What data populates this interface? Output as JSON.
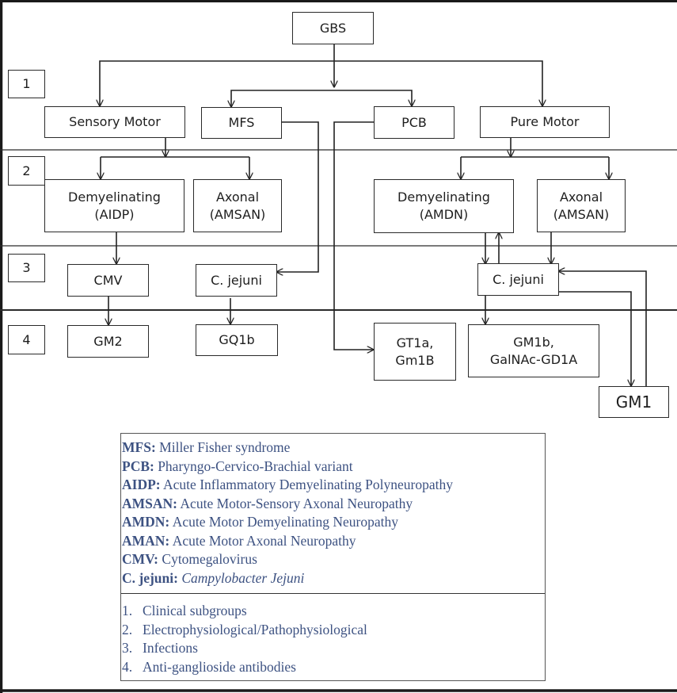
{
  "diagram": {
    "root": "GBS",
    "level_markers": [
      "1",
      "2",
      "3",
      "4"
    ],
    "level1": {
      "sensory_motor": "Sensory Motor",
      "mfs": "MFS",
      "pcb": "PCB",
      "pure_motor": "Pure Motor"
    },
    "level2": {
      "demyelinating_aidp": "Demyelinating\n(AIDP)",
      "axonal_amsan_left": "Axonal\n(AMSAN)",
      "demyelinating_amdn": "Demyelinating\n(AMDN)",
      "axonal_amsan_right": "Axonal\n(AMSAN)"
    },
    "level3": {
      "cmv": "CMV",
      "c_jejuni_left": "C. jejuni",
      "c_jejuni_right": "C. jejuni"
    },
    "level4": {
      "gm2": "GM2",
      "gq1b": "GQ1b",
      "gt1a_gm1b": "GT1a,\nGm1B",
      "gm1b_galnac": "GM1b,\nGalNAc-GD1A",
      "gm1": "GM1"
    },
    "edges": [
      {
        "from": "GBS",
        "to": "Sensory Motor"
      },
      {
        "from": "GBS",
        "to": "MFS"
      },
      {
        "from": "GBS",
        "to": "PCB"
      },
      {
        "from": "GBS",
        "to": "Pure Motor"
      },
      {
        "from": "Sensory Motor",
        "to": "Demyelinating (AIDP)"
      },
      {
        "from": "Sensory Motor",
        "to": "Axonal (AMSAN)"
      },
      {
        "from": "Pure Motor",
        "to": "Demyelinating (AMDN)"
      },
      {
        "from": "Pure Motor",
        "to": "Axonal (AMSAN)"
      },
      {
        "from": "Demyelinating (AIDP)",
        "to": "CMV"
      },
      {
        "from": "MFS",
        "to": "C. jejuni (left)"
      },
      {
        "from": "PCB",
        "to": "GT1a, Gm1B"
      },
      {
        "from": "Demyelinating (AMDN)",
        "to": "C. jejuni (right)"
      },
      {
        "from": "C. jejuni (right)",
        "to": "Demyelinating (AMDN)"
      },
      {
        "from": "Axonal (AMSAN) right",
        "to": "C. jejuni (right)"
      },
      {
        "from": "CMV",
        "to": "GM2"
      },
      {
        "from": "C. jejuni (left)",
        "to": "GQ1b"
      },
      {
        "from": "C. jejuni (right)",
        "to": "GM1b, GalNAc-GD1A"
      },
      {
        "from": "C. jejuni (right)",
        "to": "GM1"
      },
      {
        "from": "GM1",
        "to": "C. jejuni (right)"
      }
    ]
  },
  "legend": {
    "abbreviations": [
      {
        "key": "MFS:",
        "definition": "Miller Fisher syndrome",
        "italic": false
      },
      {
        "key": "PCB:",
        "definition": "Pharyngo-Cervico-Brachial variant",
        "italic": false
      },
      {
        "key": "AIDP:",
        "definition": "Acute Inflammatory Demyelinating Polyneuropathy",
        "italic": false
      },
      {
        "key": "AMSAN:",
        "definition": "Acute Motor-Sensory Axonal Neuropathy",
        "italic": false
      },
      {
        "key": "AMDN:",
        "definition": "Acute Motor Demyelinating Neuropathy",
        "italic": false
      },
      {
        "key": "AMAN:",
        "definition": "Acute Motor Axonal Neuropathy",
        "italic": false
      },
      {
        "key": "CMV:",
        "definition": "Cytomegalovirus",
        "italic": false
      },
      {
        "key": "C. jejuni:",
        "definition": "Campylobacter Jejuni",
        "italic": true
      }
    ],
    "levels": [
      {
        "num": "1.",
        "label": "Clinical subgroups"
      },
      {
        "num": "2.",
        "label": "Electrophysiological/Pathophysiological"
      },
      {
        "num": "3.",
        "label": "Infections"
      },
      {
        "num": "4.",
        "label": "Anti-ganglioside antibodies"
      }
    ]
  },
  "colors": {
    "line": "#222222",
    "legend_text": "#3d5282"
  }
}
